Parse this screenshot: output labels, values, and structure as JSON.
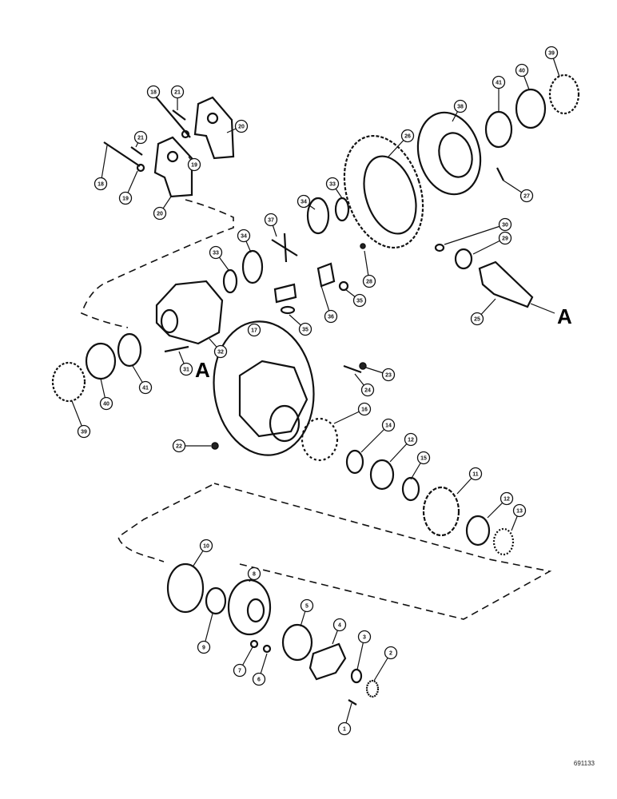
{
  "ref_letter": "A",
  "figure_id": "691133",
  "callouts": [
    {
      "n": "1"
    },
    {
      "n": "2"
    },
    {
      "n": "3"
    },
    {
      "n": "4"
    },
    {
      "n": "5"
    },
    {
      "n": "6"
    },
    {
      "n": "7"
    },
    {
      "n": "8"
    },
    {
      "n": "9"
    },
    {
      "n": "10"
    },
    {
      "n": "11"
    },
    {
      "n": "12"
    },
    {
      "n": "12"
    },
    {
      "n": "13"
    },
    {
      "n": "14"
    },
    {
      "n": "15"
    },
    {
      "n": "16"
    },
    {
      "n": "17"
    },
    {
      "n": "18"
    },
    {
      "n": "18"
    },
    {
      "n": "19"
    },
    {
      "n": "19"
    },
    {
      "n": "20"
    },
    {
      "n": "20"
    },
    {
      "n": "21"
    },
    {
      "n": "21"
    },
    {
      "n": "22"
    },
    {
      "n": "23"
    },
    {
      "n": "24"
    },
    {
      "n": "25"
    },
    {
      "n": "26"
    },
    {
      "n": "27"
    },
    {
      "n": "28"
    },
    {
      "n": "29"
    },
    {
      "n": "30"
    },
    {
      "n": "31"
    },
    {
      "n": "32"
    },
    {
      "n": "33"
    },
    {
      "n": "33"
    },
    {
      "n": "34"
    },
    {
      "n": "34"
    },
    {
      "n": "35"
    },
    {
      "n": "35"
    },
    {
      "n": "36"
    },
    {
      "n": "37"
    },
    {
      "n": "38"
    },
    {
      "n": "39"
    },
    {
      "n": "39"
    },
    {
      "n": "40"
    },
    {
      "n": "40"
    },
    {
      "n": "41"
    },
    {
      "n": "41"
    }
  ]
}
